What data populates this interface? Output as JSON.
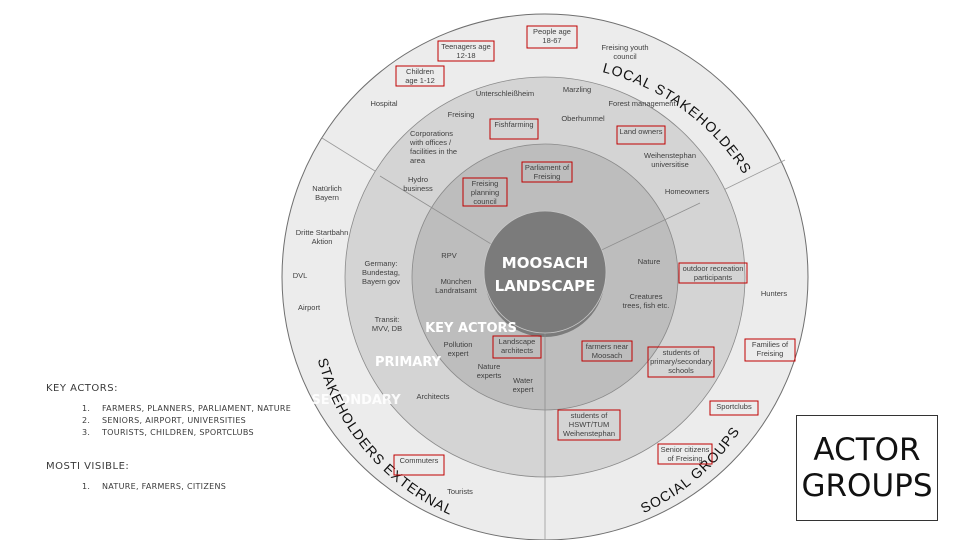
{
  "title": {
    "line1": "ACTOR",
    "line2": "GROUPS"
  },
  "center": {
    "line1": "MOOSACH",
    "line2": "LANDSCAPE"
  },
  "rings": {
    "key": "KEY ACTORS",
    "primary": "PRIMARY",
    "secondary": "SECONDARY"
  },
  "arcs": {
    "local": "LOCAL   STAKEHOLDERS",
    "social": "SOCIAL   GROUPS",
    "external": "STAKEHOLDERS   EXTERNAL"
  },
  "labels": {
    "teenagers": [
      "Teenagers age",
      "12-18"
    ],
    "people": [
      "People age",
      "18-67"
    ],
    "youth_council": [
      "Freising youth",
      "council"
    ],
    "children": [
      "Children",
      "age 1-12"
    ],
    "hospital": [
      "Hospital"
    ],
    "unterschleissheim": [
      "Unterschleißheim"
    ],
    "marzling": [
      "Marzling"
    ],
    "forest": [
      "Forest management"
    ],
    "freising": [
      "Freising"
    ],
    "fishfarming": [
      "Fishfarming"
    ],
    "oberhummel": [
      "Oberhummel"
    ],
    "landowners": [
      "Land owners"
    ],
    "corporations": [
      "Corporations",
      "with offices /",
      "facilities in the",
      "area"
    ],
    "parliament": [
      "Parliament of",
      "Freising"
    ],
    "weihenstephan_uni": [
      "Weihenstephan",
      "universitise"
    ],
    "hydro": [
      "Hydro",
      "business"
    ],
    "planning": [
      "Freising",
      "planning",
      "council"
    ],
    "homeowners": [
      "Homeowners"
    ],
    "natuerlich": [
      "Natürlich",
      "Bayern"
    ],
    "dritte": [
      "Dritte Startbahn",
      "Aktion"
    ],
    "rpv": [
      "RPV"
    ],
    "nature": [
      "Nature"
    ],
    "germany": [
      "Germany:",
      "Bundestag,",
      "Bayern gov"
    ],
    "outdoor": [
      "outdoor recreation",
      "participants"
    ],
    "dvl": [
      "DVL"
    ],
    "muenchen": [
      "München",
      "Landratsamt"
    ],
    "hunters": [
      "Hunters"
    ],
    "airport": [
      "Airport"
    ],
    "creatures": [
      "Creatures",
      "trees, fish etc."
    ],
    "transit": [
      "Transit:",
      "MVV, DB"
    ],
    "pollution": [
      "Pollution",
      "expert"
    ],
    "landscape_arch": [
      "Landscape",
      "architects"
    ],
    "farmers": [
      "farmers near",
      "Moosach"
    ],
    "students_schools": [
      "students of",
      "primary/secondary",
      "schools"
    ],
    "families": [
      "Families of",
      "Freising"
    ],
    "nature_experts": [
      "Nature",
      "experts"
    ],
    "water": [
      "Water",
      "expert"
    ],
    "architects": [
      "Architects"
    ],
    "sportclubs": [
      "Sportclubs"
    ],
    "students_hswt": [
      "students of",
      "HSWT/TUM",
      "Weihenstephan"
    ],
    "senior": [
      "Senior citizens",
      "of Freising"
    ],
    "commuters": [
      "Commuters"
    ],
    "tourists": [
      "Tourists"
    ]
  },
  "key_actors": {
    "heading": "KEY ACTORS:",
    "items": [
      {
        "num": "1.",
        "text": "FARMERS, PLANNERS, PARLIAMENT, NATURE"
      },
      {
        "num": "2.",
        "text": "SENIORS, AIRPORT, UNIVERSITIES"
      },
      {
        "num": "3.",
        "text": "TOURISTS, CHILDREN, SPORTCLUBS"
      }
    ]
  },
  "most_visible": {
    "heading": "MOSTI VISIBLE:",
    "items": [
      {
        "num": "1.",
        "text": "NATURE, FARMERS, CITIZENS"
      }
    ]
  },
  "colors": {
    "outer_ring": "#ececec",
    "secondary_ring": "#d4d4d4",
    "primary_ring": "#bdbdbd",
    "key_ring": "#a8a8a8",
    "center": "#7b7b7b",
    "highlight_box": "#c00000"
  }
}
